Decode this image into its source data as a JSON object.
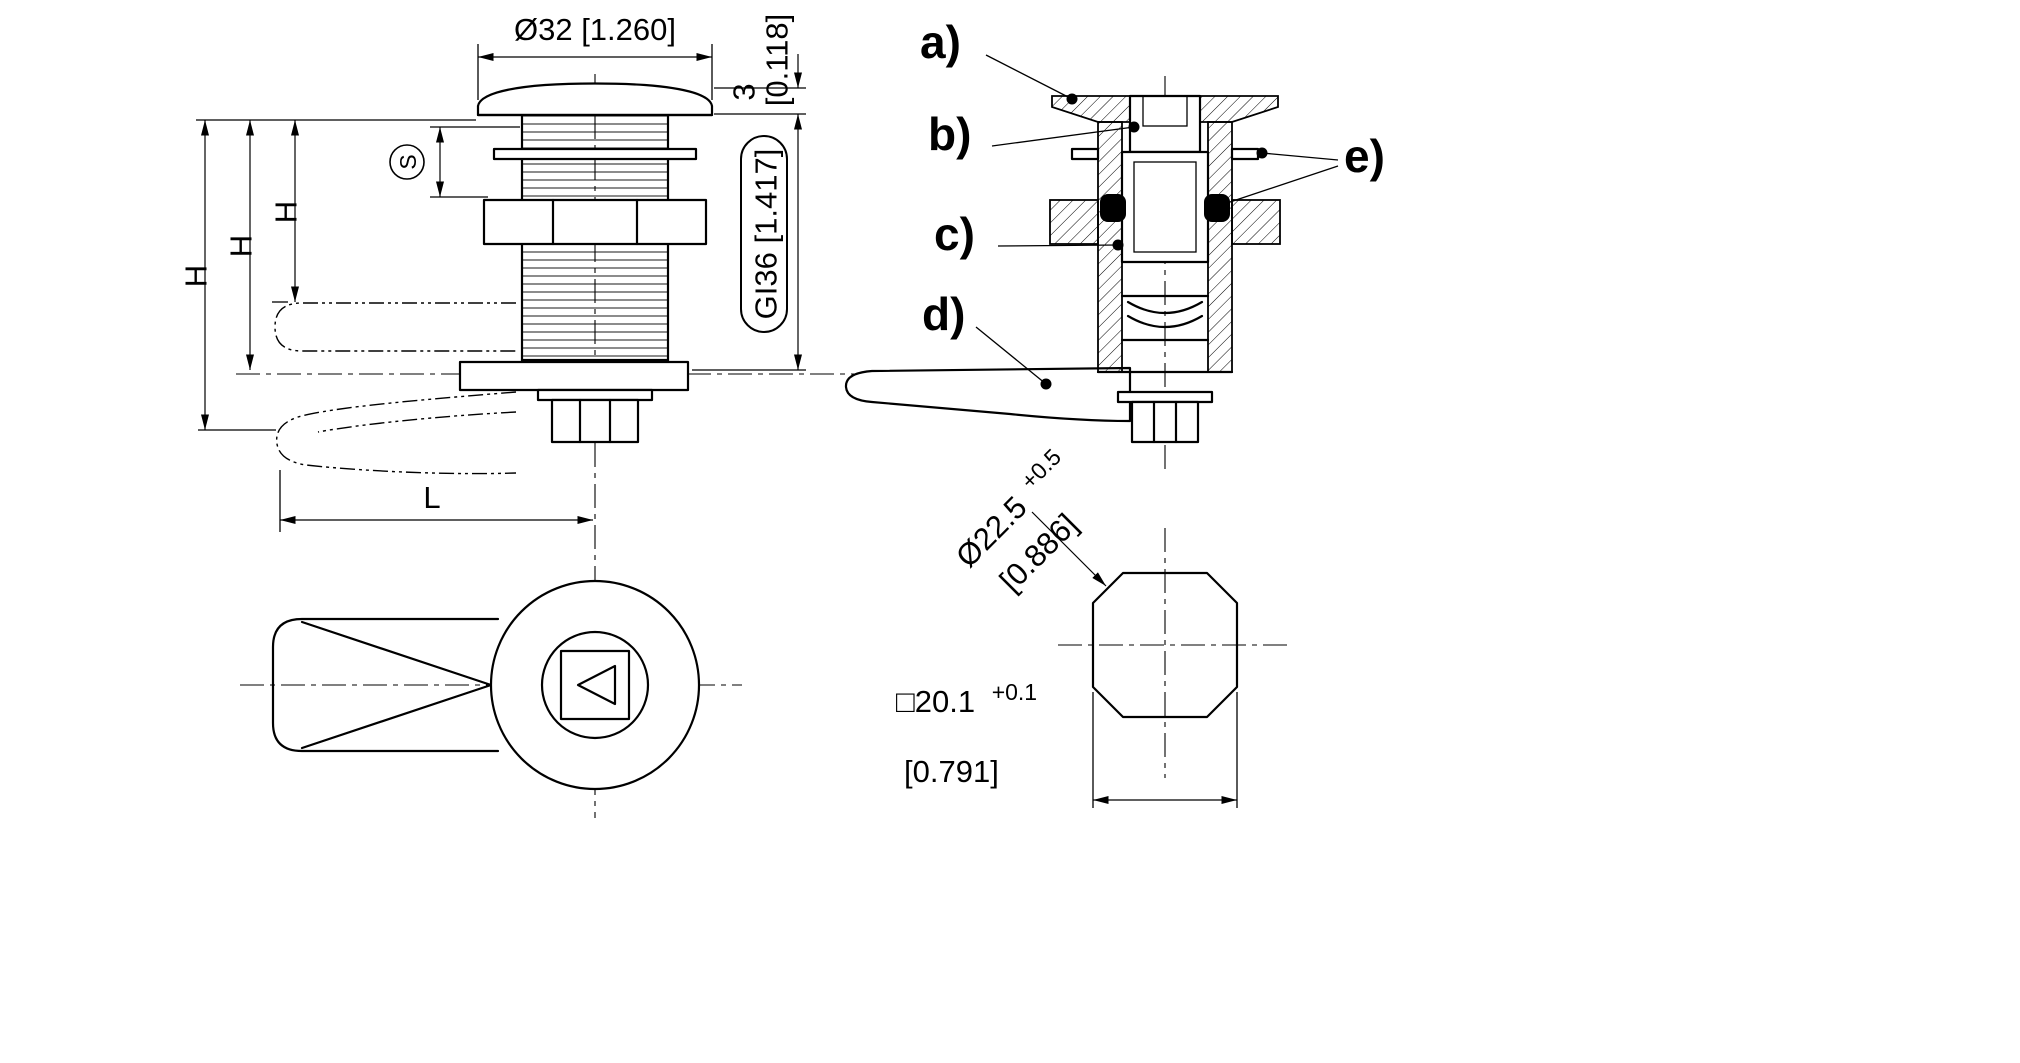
{
  "side_view": {
    "dim_diameter": "Ø32 [1.260]",
    "dim_head_height": "3",
    "dim_head_height_inch": "[0.118]",
    "dim_grip": "GI36 [1.417]",
    "dim_grip_symbol": "S",
    "dim_h_outer": "H",
    "dim_h_middle": "H",
    "dim_h_inner": "H",
    "dim_length": "L"
  },
  "section_view": {
    "label_a": "a)",
    "label_b": "b)",
    "label_c": "c)",
    "label_d": "d)",
    "label_e": "e)"
  },
  "detail_view": {
    "dim_diagonal": "Ø22.5",
    "dim_diagonal_tol": "+0.5",
    "dim_diagonal_inch": "[0.886]",
    "dim_square": "□20.1",
    "dim_square_tol": "+0.1",
    "dim_square_inch": "[0.791]"
  },
  "colors": {
    "line": "#000000",
    "background": "#ffffff"
  }
}
